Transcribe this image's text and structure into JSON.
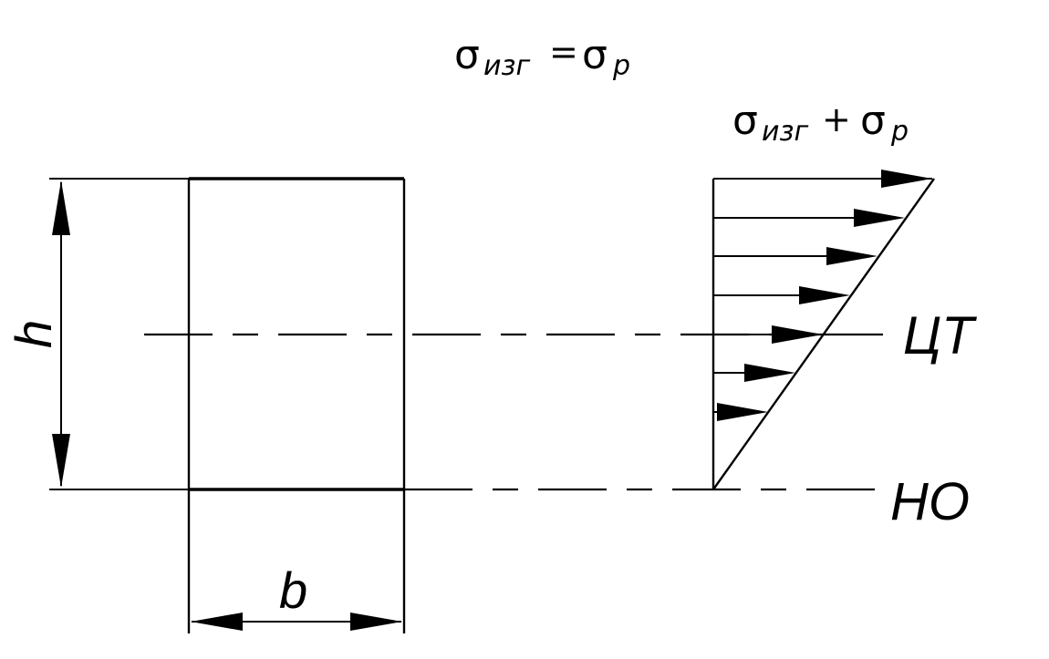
{
  "formula_top": {
    "sigma": "σ",
    "sub1": "изг",
    "op": "=",
    "sub2": "p"
  },
  "formula_right": {
    "sigma": "σ",
    "sub1": "изг",
    "op": "+",
    "sub2": "p"
  },
  "labels": {
    "height": "h",
    "width": "b",
    "centroid_line": "ЦТ",
    "neutral_axis": "НО"
  }
}
